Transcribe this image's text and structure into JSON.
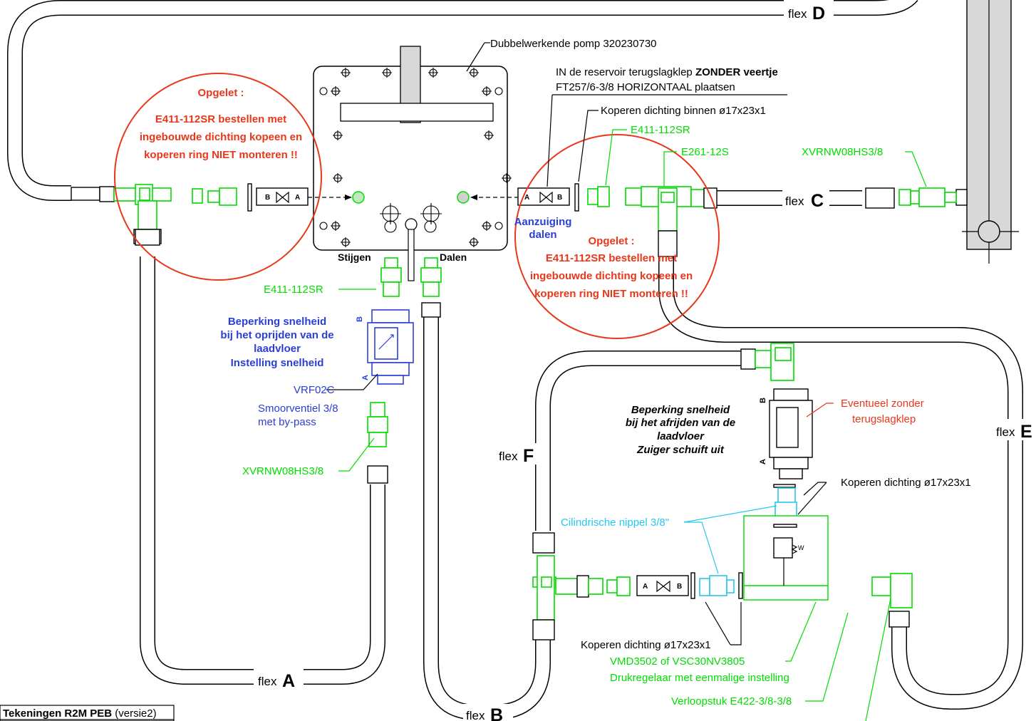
{
  "pump": {
    "label": "Dubbelwerkende pomp  320230730",
    "port_up": "Stijgen",
    "port_down": "Dalen"
  },
  "warnings": {
    "left": [
      "Opgelet :",
      "E411-112SR bestellen met",
      "ingebouwde dichting kopeen en",
      "koperen ring NIET monteren !!"
    ],
    "right": [
      "Opgelet :",
      "E411-112SR bestellen met",
      "ingebouwde dichting kopeen en",
      "koperen ring NIET monteren !!"
    ]
  },
  "reservoir_note": {
    "line1_normal": "IN de reservoir terugslagklep ",
    "line1_bold": "ZONDER veertje",
    "line2": "FT257/6-3/8  HORIZONTAAL plaatsen"
  },
  "labels": {
    "copper_inner": "Koperen dichting binnen ø17x23x1",
    "e411_top": "E411-112SR",
    "e261": "E261-12S",
    "xvrn_top": "XVRNW08HS3/8",
    "aanzuiging": [
      "Aanzuiging",
      "dalen"
    ],
    "e411_left": "E411-112SR",
    "beperking_left": [
      "Beperking snelheid",
      "bij het oprijden van de",
      "laadvloer",
      "Instelling snelheid"
    ],
    "vrf02c": "VRF02C",
    "smoor": [
      "Smoorventiel 3/8",
      "met by-pass"
    ],
    "xvrn_bottom": "XVRNW08HS3/8",
    "beperking_right": [
      "Beperking snelheid",
      "bij het afrijden van de",
      "laadvloer",
      "Zuiger schuift uit"
    ],
    "eventueel": [
      "Eventueel zonder",
      "terugslagklep"
    ],
    "copper_right": "Koperen dichting ø17x23x1",
    "cilindrische": "Cilindrische nippel 3/8\"",
    "copper_bottom": "Koperen dichting ø17x23x1",
    "vmd": [
      "VMD3502 of VSC30NV3805",
      "Drukregelaar met eenmalige instelling"
    ],
    "verloop": "Verloopstuk E422-3/8-3/8"
  },
  "flex": {
    "prefix": "flex",
    "a": "A",
    "b": "B",
    "c": "C",
    "d": "D",
    "e": "E",
    "f": "F"
  },
  "valve_letters": {
    "a": "A",
    "b": "B"
  },
  "titleblock": {
    "title_bold": "Tekeningen R2M PEB",
    "title_normal": " (versie2)"
  },
  "colors": {
    "red": "#e8371a",
    "green": "#00dd00",
    "blue": "#2b3fd6",
    "cyan": "#26c6ee",
    "black": "#000000"
  }
}
